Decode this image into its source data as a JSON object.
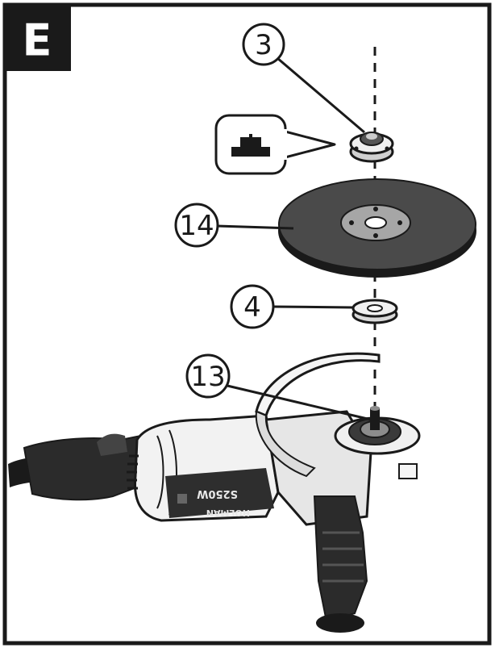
{
  "figure": {
    "badge": "E",
    "callouts": [
      {
        "id": "nut",
        "label": "3"
      },
      {
        "id": "disc",
        "label": "14"
      },
      {
        "id": "flange",
        "label": "4"
      },
      {
        "id": "spindle",
        "label": "13"
      }
    ],
    "tool_markings": {
      "model_text": "S250W",
      "brand_text": "HOLMAN"
    }
  },
  "colors": {
    "ink": "#1a1a1a",
    "paper": "#ffffff",
    "light_gray": "#d9d9d9",
    "mid_gray": "#8c8c8c",
    "dark_gray": "#3a3a3a"
  },
  "icons": [
    "nut-profile-icon",
    "grinding-disc-icon",
    "flange-icon",
    "angle-grinder-icon"
  ]
}
